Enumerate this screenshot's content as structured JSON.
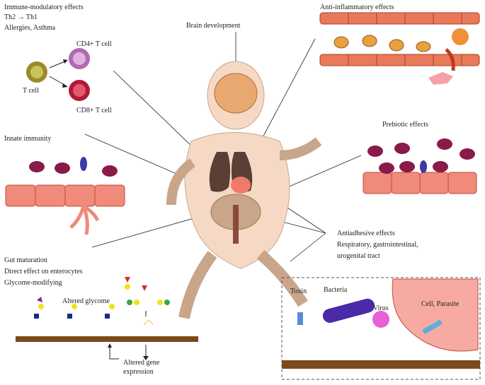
{
  "immune": {
    "title": "Immune-modulatory effects",
    "line2": "Th2 → Th1",
    "line3": "Allergies, Asthma",
    "tcell": "T cell",
    "cd4": "CD4+ T cell",
    "cd8": "CD8+ T cell"
  },
  "brain": {
    "title": "Brain development"
  },
  "anti_inflammatory": {
    "title": "Anti-inflammatory effects"
  },
  "innate": {
    "title": "Innate immunity"
  },
  "prebiotic": {
    "title": "Prebiotic effects"
  },
  "antiadhesive": {
    "title": "Antiadhesive effects",
    "line2": "Respiratory, gastrointestinal,",
    "line3": "urogenital tract",
    "toxin": "Toxin",
    "bacteria": "Bacteria",
    "virus": "Virus",
    "cell_parasite": "Cell, Parasite"
  },
  "gut": {
    "title": "Gut maturation",
    "line2": "Direct effect on enterocytes",
    "line3": "Glycome-modifying",
    "altered_glycome": "Altered glycome",
    "altered_gene_1": "Altered gene",
    "altered_gene_2": "expression"
  },
  "colors": {
    "epithelium": "#f08a7a",
    "epithelium_border": "#c44a3a",
    "lung": "#5a3f36",
    "bacteria": "#8a1a4a",
    "membrane": "#7a4a1a",
    "skin": "#f6d9c4",
    "glycan_blue": "#1a2a8a",
    "glycan_yellow": "#f2e21a",
    "glycan_purple": "#7a2a8a",
    "glycan_green": "#3aa63a",
    "glycan_red": "#d42a2a"
  }
}
